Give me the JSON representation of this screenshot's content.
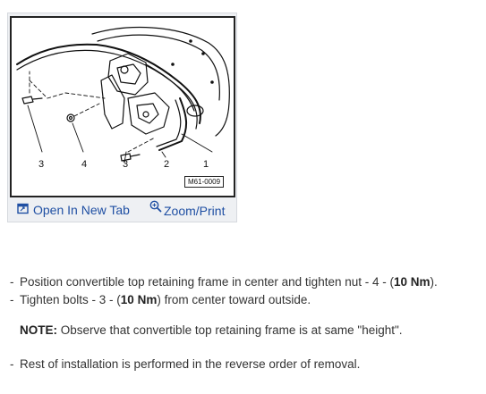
{
  "figure": {
    "callouts": [
      "3",
      "4",
      "3",
      "2",
      "1"
    ],
    "code": "M61-0009"
  },
  "links": {
    "open_new_tab": "Open In New Tab",
    "zoom_print": "Zoom/Print"
  },
  "steps": {
    "step1": {
      "dash": "-",
      "pre": "Position convertible top retaining frame in center and tighten nut - 4 - (",
      "torque": "10 Nm",
      "post": ")."
    },
    "step2": {
      "dash": "-",
      "pre": "Tighten bolts - 3 - (",
      "torque": "10 Nm",
      "post": ") from center toward outside."
    },
    "note": {
      "label": "NOTE:",
      "text": " Observe that convertible top retaining frame is at same \"height\"."
    },
    "step3": {
      "dash": "-",
      "text": "Rest of installation is performed in the reverse order of removal."
    }
  },
  "colors": {
    "link": "#1f4fa3",
    "text": "#333333"
  }
}
